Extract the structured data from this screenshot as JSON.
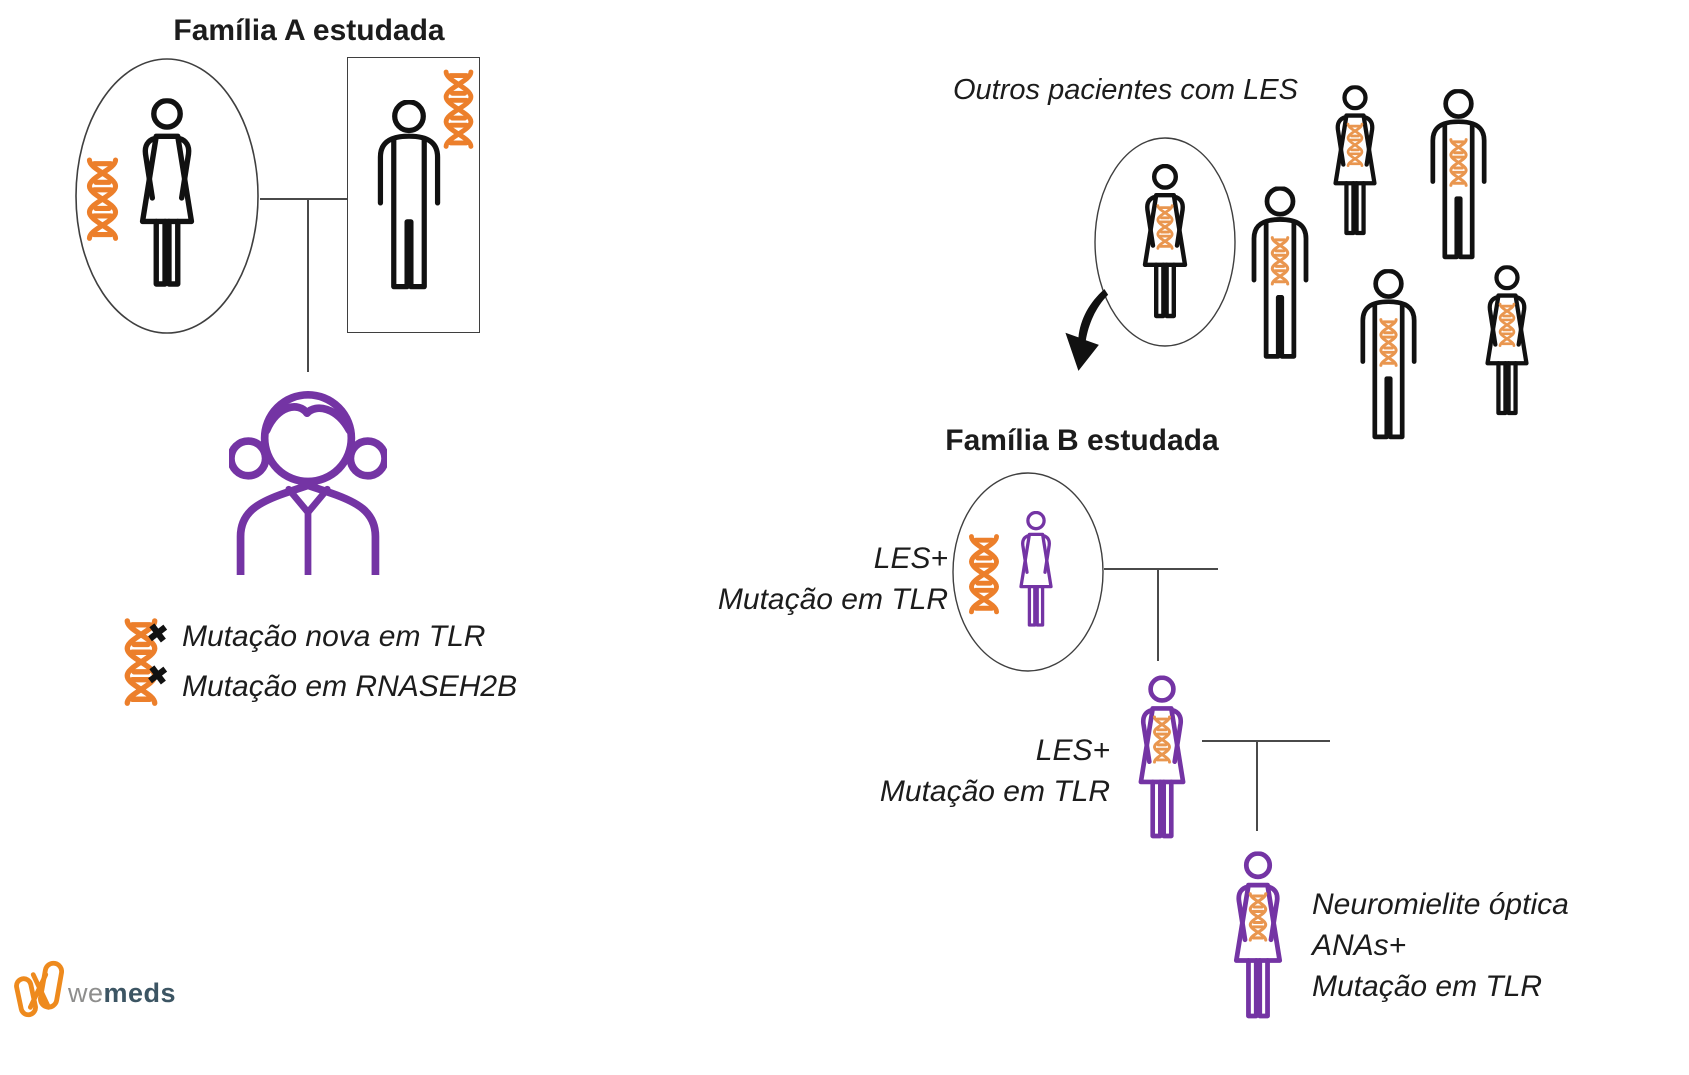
{
  "colors": {
    "figure_black": "#111111",
    "figure_purple": "#7434A4",
    "dna_orange": "#EC7F2B",
    "dna_orange_light": "#E9964F",
    "connector": "#4a4a4a",
    "outline": "#3f3f3f",
    "text": "#1c1c1c",
    "logo_orange": "#EE8A1D",
    "logo_we": "#8E8E8D",
    "logo_meds": "#3C5563"
  },
  "icons": {
    "x_mark": "✖"
  },
  "family_a": {
    "title": "Família A estudada"
  },
  "legend": {
    "line1": "Mutação nova em TLR",
    "line2": "Mutação em RNASEH2B"
  },
  "other_patients": {
    "title": "Outros pacientes com LES"
  },
  "family_b": {
    "title": "Família B estudada",
    "gen1": {
      "line1": "LES+",
      "line2": "Mutação em TLR"
    },
    "gen2": {
      "line1": "LES+",
      "line2": "Mutação em TLR"
    },
    "gen3": {
      "line1": "Neuromielite óptica",
      "line2": "ANAs+",
      "line3": "Mutação em TLR"
    }
  },
  "logo": {
    "we": "we",
    "meds": "meds"
  }
}
